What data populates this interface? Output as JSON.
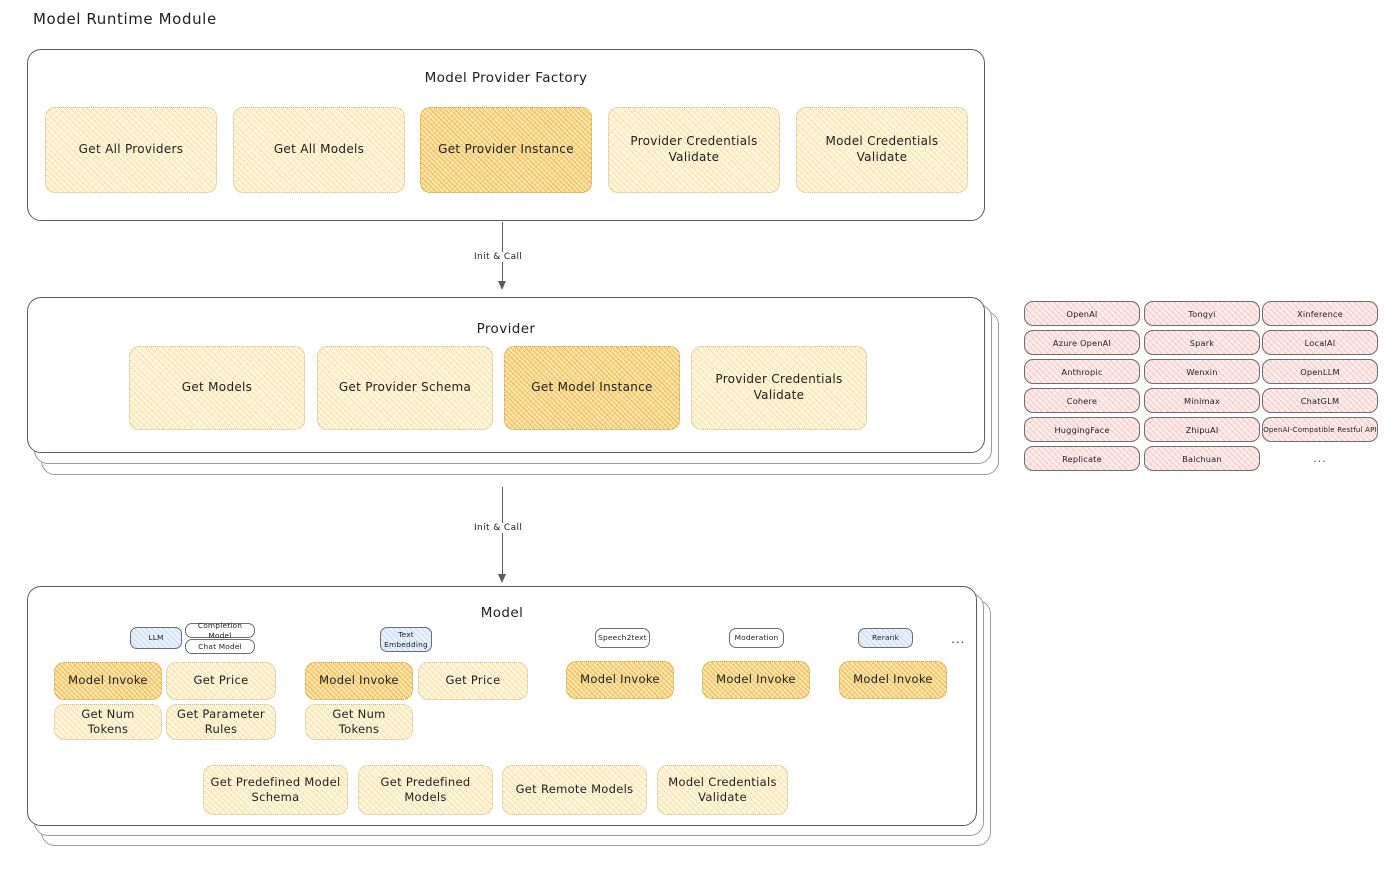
{
  "title": "Model Runtime Module",
  "factory": {
    "title": "Model Provider Factory",
    "boxes": [
      {
        "label": "Get All Providers",
        "highlight": false
      },
      {
        "label": "Get All Models",
        "highlight": false
      },
      {
        "label": "Get Provider Instance",
        "highlight": true
      },
      {
        "label": "Provider Credentials Validate",
        "highlight": false
      },
      {
        "label": "Model Credentials Validate",
        "highlight": false
      }
    ]
  },
  "arrow1": {
    "label": "Init & Call"
  },
  "provider": {
    "title": "Provider",
    "boxes": [
      {
        "label": "Get Models",
        "highlight": false
      },
      {
        "label": "Get Provider Schema",
        "highlight": false
      },
      {
        "label": "Get Model Instance",
        "highlight": true
      },
      {
        "label": "Provider Credentials Validate",
        "highlight": false
      }
    ]
  },
  "arrow2": {
    "label": "Init & Call"
  },
  "provider_list": {
    "columns": [
      [
        "OpenAI",
        "Azure OpenAI",
        "Anthropic",
        "Cohere",
        "HuggingFace",
        "Replicate"
      ],
      [
        "Tongyi",
        "Spark",
        "Wenxin",
        "Minimax",
        "ZhipuAI",
        "Baichuan"
      ],
      [
        "Xinference",
        "LocalAI",
        "OpenLLM",
        "ChatGLM",
        "OpenAI-Compatible Restful API"
      ]
    ],
    "ellipsis": "..."
  },
  "model": {
    "title": "Model",
    "ellipsis": "...",
    "groups": [
      {
        "badge": "LLM",
        "badge_style": "blue",
        "sub_badges": [
          "Completion Model",
          "Chat Model"
        ],
        "boxes": [
          {
            "label": "Model Invoke",
            "highlight": true
          },
          {
            "label": "Get Price",
            "highlight": false
          },
          {
            "label": "Get Num Tokens",
            "highlight": false
          },
          {
            "label": "Get Parameter Rules",
            "highlight": false
          }
        ]
      },
      {
        "badge": "Text Embedding",
        "badge_style": "blue",
        "sub_badges": [],
        "boxes": [
          {
            "label": "Model Invoke",
            "highlight": true
          },
          {
            "label": "Get Price",
            "highlight": false
          },
          {
            "label": "Get Num Tokens",
            "highlight": false
          }
        ]
      },
      {
        "badge": "Speech2text",
        "badge_style": "white",
        "sub_badges": [],
        "boxes": [
          {
            "label": "Model Invoke",
            "highlight": true
          }
        ]
      },
      {
        "badge": "Moderation",
        "badge_style": "white",
        "sub_badges": [],
        "boxes": [
          {
            "label": "Model Invoke",
            "highlight": true
          }
        ]
      },
      {
        "badge": "Rerank",
        "badge_style": "blue",
        "sub_badges": [],
        "boxes": [
          {
            "label": "Model Invoke",
            "highlight": true
          }
        ]
      }
    ],
    "common_boxes": [
      {
        "label": "Get Predefined Model Schema"
      },
      {
        "label": "Get Predefined Models"
      },
      {
        "label": "Get Remote Models"
      },
      {
        "label": "Model Credentials Validate"
      }
    ]
  },
  "colors": {
    "accent_yellow": "#fdf6e0",
    "accent_yellow_strong": "#fbe7b6",
    "accent_pink": "#fdeeee",
    "accent_blue": "#e8f1fb",
    "stroke": "#5c5c5c",
    "text": "#1e1e1e"
  }
}
